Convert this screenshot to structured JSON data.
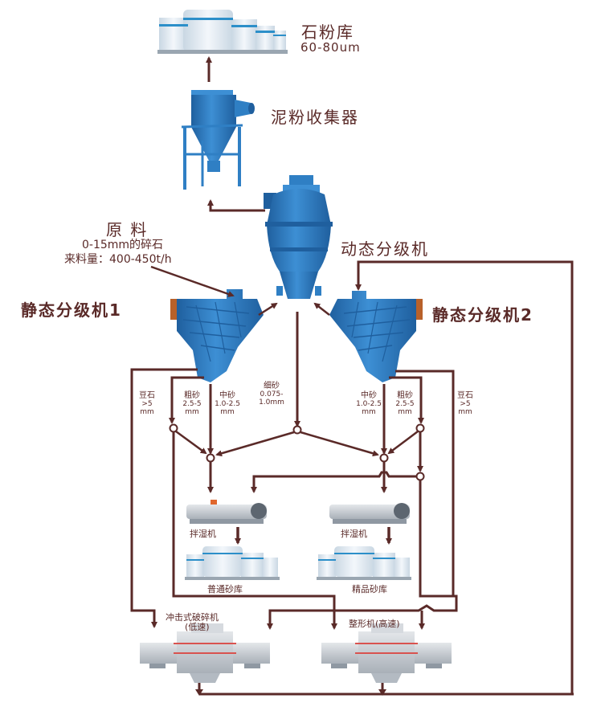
{
  "colors": {
    "line": "#5a2a28",
    "equipment_blue": "#2f7fc4",
    "equipment_dark": "#1f5f9e",
    "silo": "#e6eef5",
    "silo_stripe": "#2c8fc9",
    "machine_grey": "#c8cdd3",
    "accent_red": "#d9534f",
    "accent_orange": "#b8612a"
  },
  "nodes": {
    "stone_powder_silo": {
      "label": "石粉库",
      "spec": "60-80um"
    },
    "mud_powder_collector": {
      "label": "泥粉收集器"
    },
    "dynamic_classifier": {
      "label": "动态分级机"
    },
    "raw_material": {
      "label": "原 料",
      "spec": "0-15mm的碎石",
      "feed_rate": "来料量：400-450t/h"
    },
    "static_classifier_1": {
      "label": "静态分级机1"
    },
    "static_classifier_2": {
      "label": "静态分级机2"
    },
    "mixer_1": {
      "label": "拌湿机"
    },
    "mixer_2": {
      "label": "拌湿机"
    },
    "ordinary_sand_silo": {
      "label": "普通砂库"
    },
    "premium_sand_silo": {
      "label": "精品砂库"
    },
    "impact_crusher": {
      "label": "冲击式破碎机",
      "sub": "(低速)"
    },
    "shaping_machine": {
      "label": "整形机(高速)"
    }
  },
  "streams": {
    "left_pea_gravel": {
      "name": "豆石",
      "size": ">5",
      "unit": "mm"
    },
    "left_coarse_sand": {
      "name": "粗砂",
      "size": "2.5-5",
      "unit": "mm"
    },
    "left_medium_sand": {
      "name": "中砂",
      "size": "1.0-2.5",
      "unit": "mm"
    },
    "fine_sand": {
      "name": "细砂",
      "size": "0.075-",
      "unit": "1.0mm"
    },
    "right_medium_sand": {
      "name": "中砂",
      "size": "1.0-2.5",
      "unit": "mm"
    },
    "right_coarse_sand": {
      "name": "粗砂",
      "size": "2.5-5",
      "unit": "mm"
    },
    "right_pea_gravel": {
      "name": "豆石",
      "size": ">5",
      "unit": "mm"
    }
  }
}
